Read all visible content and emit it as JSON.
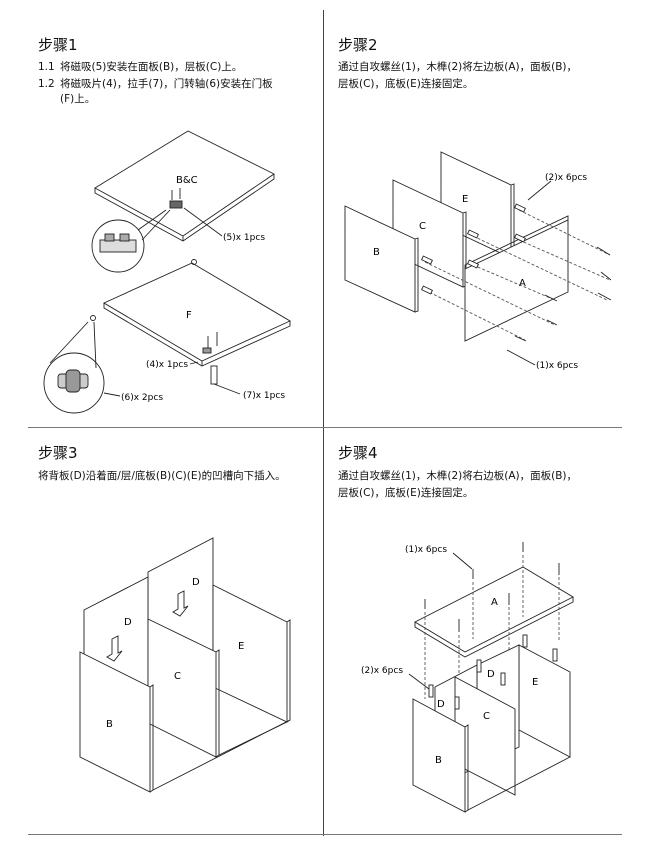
{
  "steps": [
    {
      "title": "步骤1",
      "lines": [
        {
          "idx": "1.1",
          "text": "将磁吸(5)安装在面板(B)，层板(C)上。"
        },
        {
          "idx": "1.2",
          "text": "将磁吸片(4)，拉手(7)，门转轴(6)安装在门板"
        },
        {
          "idx": "",
          "text": "(F)上。"
        }
      ],
      "figure": {
        "panel_top": "B&C",
        "panel_bottom": "F",
        "callouts": [
          "(5)x 1pcs",
          "(4)x 1pcs",
          "(6)x 2pcs",
          "(7)x 1pcs"
        ]
      }
    },
    {
      "title": "步骤2",
      "lines": [
        {
          "idx": "",
          "text": "通过自攻螺丝(1)，木榫(2)将左边板(A)，面板(B)，"
        },
        {
          "idx": "",
          "text": "层板(C)，底板(E)连接固定。"
        }
      ],
      "figure": {
        "panels": [
          "E",
          "C",
          "B",
          "A"
        ],
        "callouts": [
          "(2)x 6pcs",
          "(1)x 6pcs"
        ]
      }
    },
    {
      "title": "步骤3",
      "lines": [
        {
          "idx": "",
          "text": "将背板(D)沿着面/层/底板(B)(C)(E)的凹槽向下插入。"
        }
      ],
      "figure": {
        "panels": [
          "D",
          "D",
          "E",
          "C",
          "B"
        ]
      }
    },
    {
      "title": "步骤4",
      "lines": [
        {
          "idx": "",
          "text": "通过自攻螺丝(1)，木榫(2)将右边板(A)，面板(B)，"
        },
        {
          "idx": "",
          "text": "层板(C)，底板(E)连接固定。"
        }
      ],
      "figure": {
        "panels": [
          "A",
          "D",
          "D",
          "C",
          "E",
          "B"
        ],
        "callouts": [
          "(1)x 6pcs",
          "(2)x 6pcs"
        ]
      }
    }
  ]
}
